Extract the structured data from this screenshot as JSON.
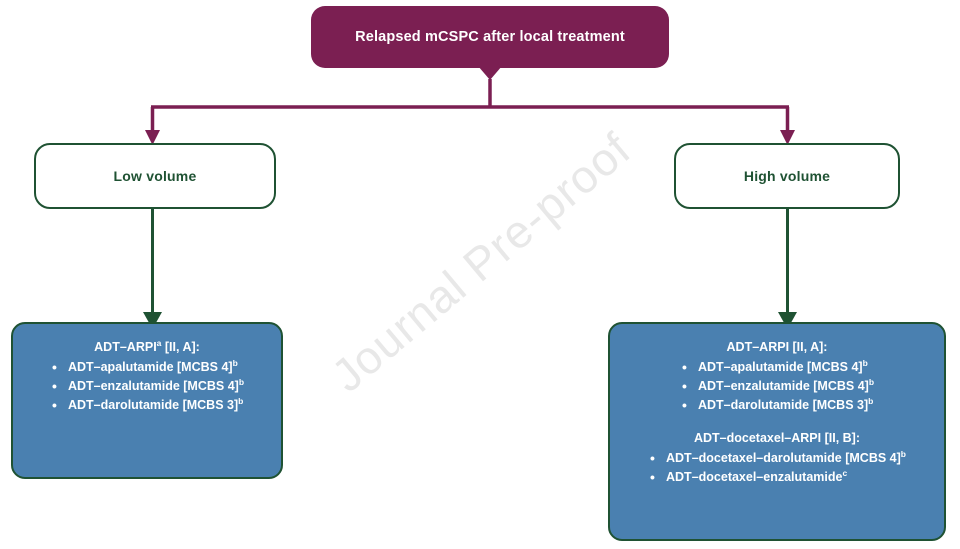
{
  "colors": {
    "maroon": "#7b1f52",
    "green": "#1f5233",
    "blue": "#4a80b0",
    "white": "#ffffff",
    "watermark": "#e8e8e8"
  },
  "watermark": {
    "text": "Journal Pre-proof"
  },
  "diagram": {
    "type": "flowchart",
    "root": {
      "label": "Relapsed mCSPC after local treatment"
    },
    "branches": [
      {
        "id": "low",
        "label": "Low volume",
        "treatment_groups": [
          {
            "header_main": "ADT–ARPI",
            "header_sup": "a",
            "header_tail": " [II, A]:",
            "items": [
              {
                "text": "ADT–apalutamide [MCBS 4]",
                "sup": "b"
              },
              {
                "text": "ADT–enzalutamide [MCBS 4]",
                "sup": "b"
              },
              {
                "text": "ADT–darolutamide [MCBS 3]",
                "sup": "b"
              }
            ]
          }
        ]
      },
      {
        "id": "high",
        "label": "High volume",
        "treatment_groups": [
          {
            "header_main": "ADT–ARPI",
            "header_sup": "",
            "header_tail": " [II, A]:",
            "items": [
              {
                "text": "ADT–apalutamide [MCBS 4]",
                "sup": "b"
              },
              {
                "text": "ADT–enzalutamide [MCBS 4]",
                "sup": "b"
              },
              {
                "text": "ADT–darolutamide [MCBS 3]",
                "sup": "b"
              }
            ]
          },
          {
            "header_main": "ADT–docetaxel–ARPI",
            "header_sup": "",
            "header_tail": " [II, B]:",
            "items": [
              {
                "text": "ADT–docetaxel–darolutamide [MCBS 4]",
                "sup": "b"
              },
              {
                "text": "ADT–docetaxel–enzalutamide",
                "sup": "c"
              }
            ]
          }
        ]
      }
    ]
  }
}
